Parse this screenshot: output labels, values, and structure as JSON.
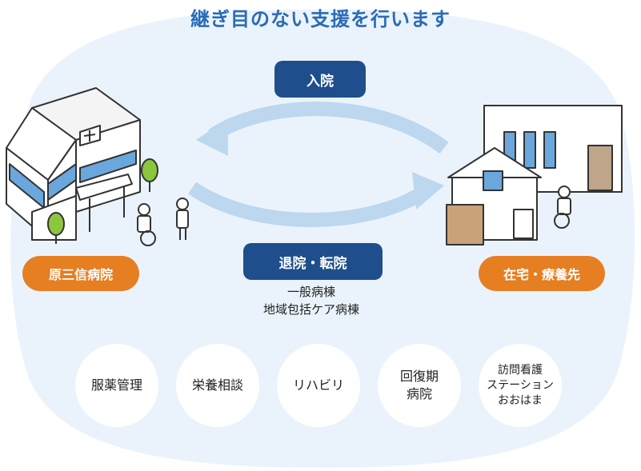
{
  "title": "継ぎ目のない支援を行います",
  "admission": "入院",
  "discharge": "退院・転院",
  "wards": [
    "一般病棟",
    "地域包括ケア病棟"
  ],
  "hospital_label": "原三信病院",
  "home_label": "在宅・療養先",
  "services": [
    "服薬管理",
    "栄養相談",
    "リハビリ",
    "回復期\n病院",
    "訪問看護\nステーション\nおおはま"
  ],
  "colors": {
    "title": "#2a6bb5",
    "pill_blue": "#1f4e8c",
    "pill_orange": "#e67e22",
    "background_blob": "#eaf3fb",
    "arrow": "#bcd7ee",
    "window": "#6aa7dc"
  }
}
